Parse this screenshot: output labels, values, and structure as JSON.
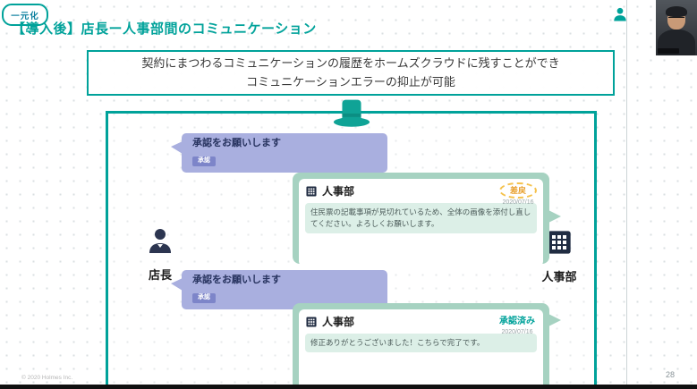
{
  "colors": {
    "accent_teal": "#00a29a",
    "bubble_lavender": "#a9afdf",
    "bubble_green": "#a6d2c1",
    "status_returned_orange": "#e8a02e",
    "status_approved_teal": "#00a29a"
  },
  "logo": {
    "text": "一元化"
  },
  "header": {
    "title": "【導入後】店長ー人事部間のコミュニケーション"
  },
  "banner": {
    "line1": "契約にまつわるコミュニケーションの履歴をホームズクラウドに残すことができ",
    "line2": "コミュニケーションエラーの抑止が可能"
  },
  "conversation": {
    "left_actor": "店長",
    "right_actor": "人事部",
    "bubbles": [
      {
        "type": "request",
        "text": "承認をお願いします",
        "badge": "承認"
      },
      {
        "type": "reply_card",
        "sender": "人事部",
        "status": "差戻",
        "date": "2020/07/16",
        "body": "住民票の記載事項が見切れているため、全体の画像を添付し直してください。よろしくお願いします。"
      },
      {
        "type": "request",
        "text": "承認をお願いします",
        "badge": "承認"
      },
      {
        "type": "reply_card",
        "sender": "人事部",
        "status": "承認済み",
        "date": "2020/07/16",
        "body": "修正ありがとうございました！こちらで完了です。"
      }
    ]
  },
  "footer": {
    "copyright": "© 2020 Holmes Inc.",
    "page_number": "28"
  },
  "icons": {
    "top_hat_icon": "🎩",
    "person_icon": "👤",
    "building_icon": "🏢",
    "participant_icon": "👤"
  }
}
